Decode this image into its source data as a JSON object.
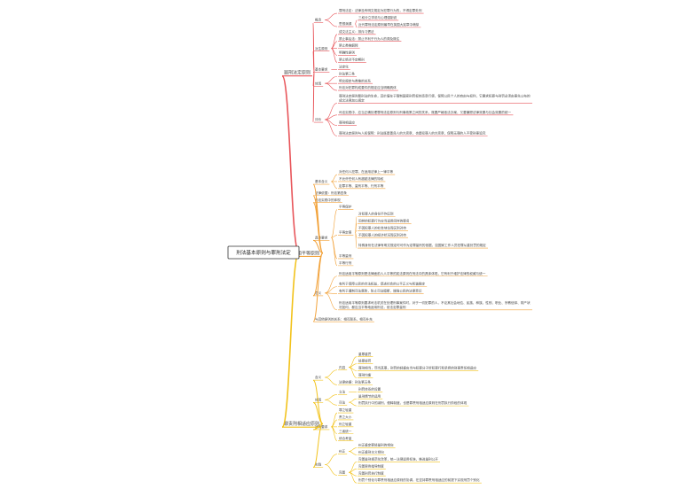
{
  "colors": {
    "background": "#ffffff",
    "branch1": "#e8555a",
    "branch2": "#f2a23a",
    "branch3": "#f2c21a",
    "root_border": "#333333",
    "text": "#444444"
  },
  "root": {
    "label": "刑法基本原则与罪刑法定"
  },
  "branches": [
    {
      "label": "罪刑法定原则",
      "children": [
        {
          "label": "概念",
          "children": [
            {
              "label": "罪刑法定：法律没有明文规定为犯罪行为的，不得定罪处刑"
            },
            {
              "label": "思想渊源",
              "children": [
                {
                  "label": "三权分立学说与心理强制说"
                },
                {
                  "label": "近代罪刑法定原则最早在英国大宪章中萌芽"
                }
              ]
            }
          ]
        },
        {
          "label": "派生原则",
          "children": [
            {
              "label": "成文法主义：排斥习惯法"
            },
            {
              "label": "禁止事后法：禁止不利于行为人的溯及既往"
            },
            {
              "label": "禁止类推解释"
            },
            {
              "label": "明确性原则"
            },
            {
              "label": "禁止绝对不定期刑"
            }
          ]
        },
        {
          "label": "基本要求",
          "children": [
            {
              "label": "法定化"
            }
          ]
        },
        {
          "label": "体现",
          "children": [
            {
              "label": "刑法第三条"
            },
            {
              "label": "明文规定与类推的关系"
            },
            {
              "label": "刑法对犯罪构成要件的规定应当明确具体"
            }
          ]
        },
        {
          "label": "评价",
          "children": [
            {
              "label": "罪刑法定原则是刑法的生命，其价值在于限制国家刑罚权的恣意行使，保障公民个人的自由与权利，它要求犯罪与刑罚必须由事先公布的成文法律加以规定"
            },
            {
              "label": "司法实践中，应当正确处理罪刑法定原则与刑事政策之间的关系，既要严格依法办案，又要兼顾法律效果与社会效果的统一"
            },
            {
              "label": "罪刑相适应"
            },
            {
              "label": "罪刑法定原则与人权保障：刑法既是善良人的大宪章，也是犯罪人的大宪章，保障无罪的人不受刑事追究"
            }
          ]
        }
      ]
    },
    {
      "label": "刑法适用平等原则",
      "children": [
        {
          "label": "基本含义",
          "children": [
            {
              "label": "对任何人犯罪，在适用法律上一律平等"
            },
            {
              "label": "不允许任何人有超越法律的特权"
            },
            {
              "label": "定罪平等、量刑平等、行刑平等"
            }
          ]
        },
        {
          "label": "法律依据：刑法第四条"
        },
        {
          "label": "司法实践中的体现"
        },
        {
          "label": "具体要求",
          "children": [
            {
              "label": "平等保护"
            },
            {
              "label": "平等定罪",
              "children": [
                {
                  "label": "对犯罪人的身份不作区别"
                },
                {
                  "label": "同样的犯罪行为应当适用同样的罪名"
                },
                {
                  "label": "不因犯罪人的社会地位而区别对待"
                },
                {
                  "label": "不因犯罪人的经济状况而区别对待"
                },
                {
                  "label": "特殊身份在法律有明文规定时可作为定罪量刑的依据，如国家工作人员犯罪从重处罚的规定"
                }
              ]
            },
            {
              "label": "平等量刑"
            },
            {
              "label": "平等行刑"
            }
          ]
        },
        {
          "label": "意义",
          "children": [
            {
              "label": "刑法适用平等原则是法律面前人人平等的宪法原则在刑法中的具体体现，它有利于维护法律的权威与统一"
            },
            {
              "label": "有利于保障公民的合法权益，促进社会的公平正义与和谐稳定"
            },
            {
              "label": "有利于遏制司法腐败，防止司法擅断，增强公民的法律意识"
            },
            {
              "label": "刑法适用平等原则要求司法机关在处理刑事案件时，对于一切犯罪的人，不论其社会地位、民族、种族、性别、职业、宗教信仰、财产状况如何，都应当平等地适用刑法，依法定罪量刑"
            }
          ]
        },
        {
          "label": "与其他原则的关系：相互联系、相互补充"
        }
      ]
    },
    {
      "label": "罪责刑相适应原则",
      "children": [
        {
          "label": "含义",
          "children": [
            {
              "label": "内容",
              "children": [
                {
                  "label": "重罪重罚"
                },
                {
                  "label": "轻罪轻罚"
                },
                {
                  "label": "罪刑相当，罚当其罪，刑罚的轻重应当与犯罪分子所犯罪行和承担的刑事责任相适应"
                },
                {
                  "label": "罪刑均衡"
                }
              ]
            },
            {
              "label": "法律依据：刑法第五条"
            }
          ]
        },
        {
          "label": "体现",
          "children": [
            {
              "label": "立法",
              "children": [
                {
                  "label": "刑罚体系的设置"
                }
              ]
            },
            {
              "label": "司法",
              "children": [
                {
                  "label": "量刑情节的适用"
                },
                {
                  "label": "刑罚执行中的减刑、假释制度，也是罪责刑相适应原则在刑罚执行阶段的体现"
                }
              ]
            }
          ]
        },
        {
          "label": "适用要求",
          "children": [
            {
              "label": "罪之轻重"
            },
            {
              "label": "责之大小"
            },
            {
              "label": "刑之轻重"
            },
            {
              "label": "三者统一"
            },
            {
              "label": "综合考量"
            }
          ]
        },
        {
          "label": "实践",
          "children": [
            {
              "label": "纠正",
              "children": [
                {
                  "label": "纠正重定罪轻量刑的倾向"
                },
                {
                  "label": "纠正重刑主义倾向"
                }
              ]
            },
            {
              "label": "完善",
              "children": [
                {
                  "label": "完善量刑规范化改革，统一法律适用标准，推进量刑公开"
                },
                {
                  "label": "完善案例指导制度"
                },
                {
                  "label": "完善刑罚执行制度"
                },
                {
                  "label": "刑罚个别化与罪责刑相适应原则的协调，在坚持罪责刑相适应的前提下实现刑罚个别化"
                }
              ]
            }
          ]
        }
      ]
    }
  ]
}
